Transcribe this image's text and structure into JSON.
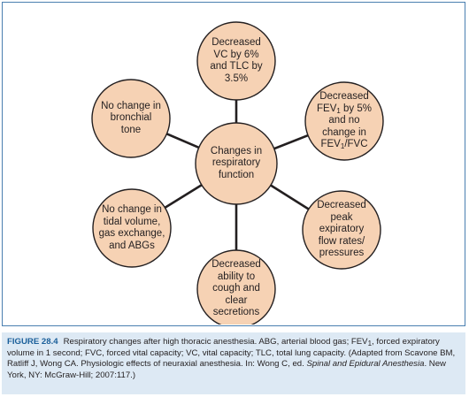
{
  "colors": {
    "node_fill": "#f6d2b4",
    "node_stroke": "#231f20",
    "connector": "#231f20",
    "frame": "#4a7fb0",
    "caption_bg": "#dde9f4",
    "caption_label": "#1a5f9a"
  },
  "diagram": {
    "center": {
      "lines": [
        "Changes in",
        "respiratory",
        "function"
      ]
    },
    "nodes": [
      {
        "id": "vc-tlc",
        "lines": [
          "Decreased",
          "VC by 6%",
          "and TLC by",
          "3.5%"
        ]
      },
      {
        "id": "fev1",
        "lines": [
          "Decreased",
          "FEV1 by 5%",
          "and no",
          "change in",
          "FEV1/FVC"
        ]
      },
      {
        "id": "peak-flow",
        "lines": [
          "Decreased",
          "peak",
          "expiratory",
          "flow rates/",
          "pressures"
        ]
      },
      {
        "id": "cough",
        "lines": [
          "Decreased",
          "ability to",
          "cough and",
          "clear",
          "secretions"
        ]
      },
      {
        "id": "tidal",
        "lines": [
          "No change in",
          "tidal volume,",
          "gas exchange,",
          "and ABGs"
        ]
      },
      {
        "id": "bronchial",
        "lines": [
          "No change in",
          "bronchial",
          "tone"
        ]
      }
    ]
  },
  "caption": {
    "label": "FIGURE 28.4",
    "text_1": "Respiratory changes after high thoracic anesthesia. ABG, arterial blood gas; FEV",
    "text_1_sub": "1",
    "text_2": ", forced expiratory volume in 1 second; FVC, forced vital capacity; VC, vital capacity; TLC, total lung capacity. (Adapted from Scavone BM, Ratliff J, Wong CA. Physiologic effects of neuraxial anesthesia. In: Wong C, ed. ",
    "title_italic": "Spinal and Epidural Anesthesia",
    "text_3": ". New York, NY: McGraw-Hill; 2007:117.)"
  }
}
